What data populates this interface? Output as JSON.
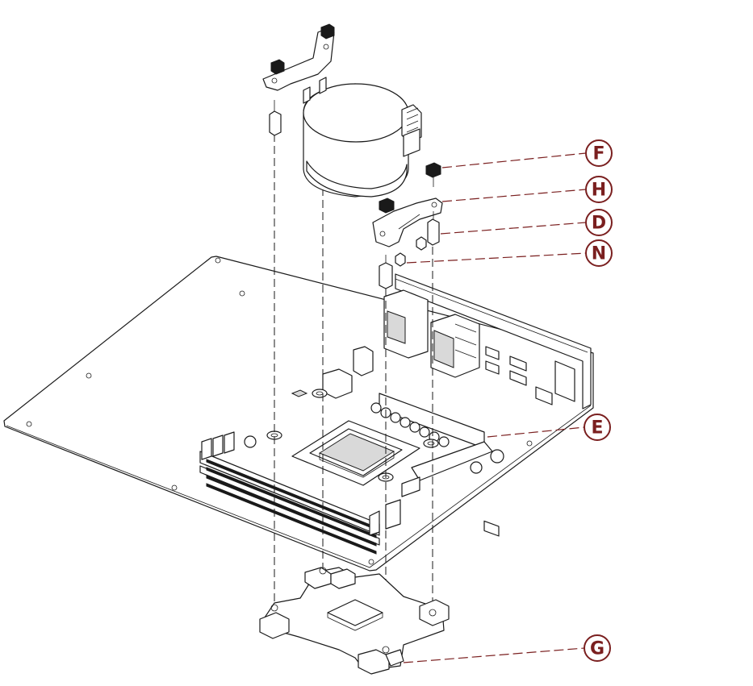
{
  "callouts": [
    {
      "id": "F",
      "label": "F"
    },
    {
      "id": "H",
      "label": "H"
    },
    {
      "id": "D",
      "label": "D"
    },
    {
      "id": "N",
      "label": "N"
    },
    {
      "id": "E",
      "label": "E"
    },
    {
      "id": "G",
      "label": "G"
    }
  ],
  "colors": {
    "callout": "#7a1f1f",
    "linework": "#1a1a1a",
    "shade": "#d9d9d9"
  }
}
